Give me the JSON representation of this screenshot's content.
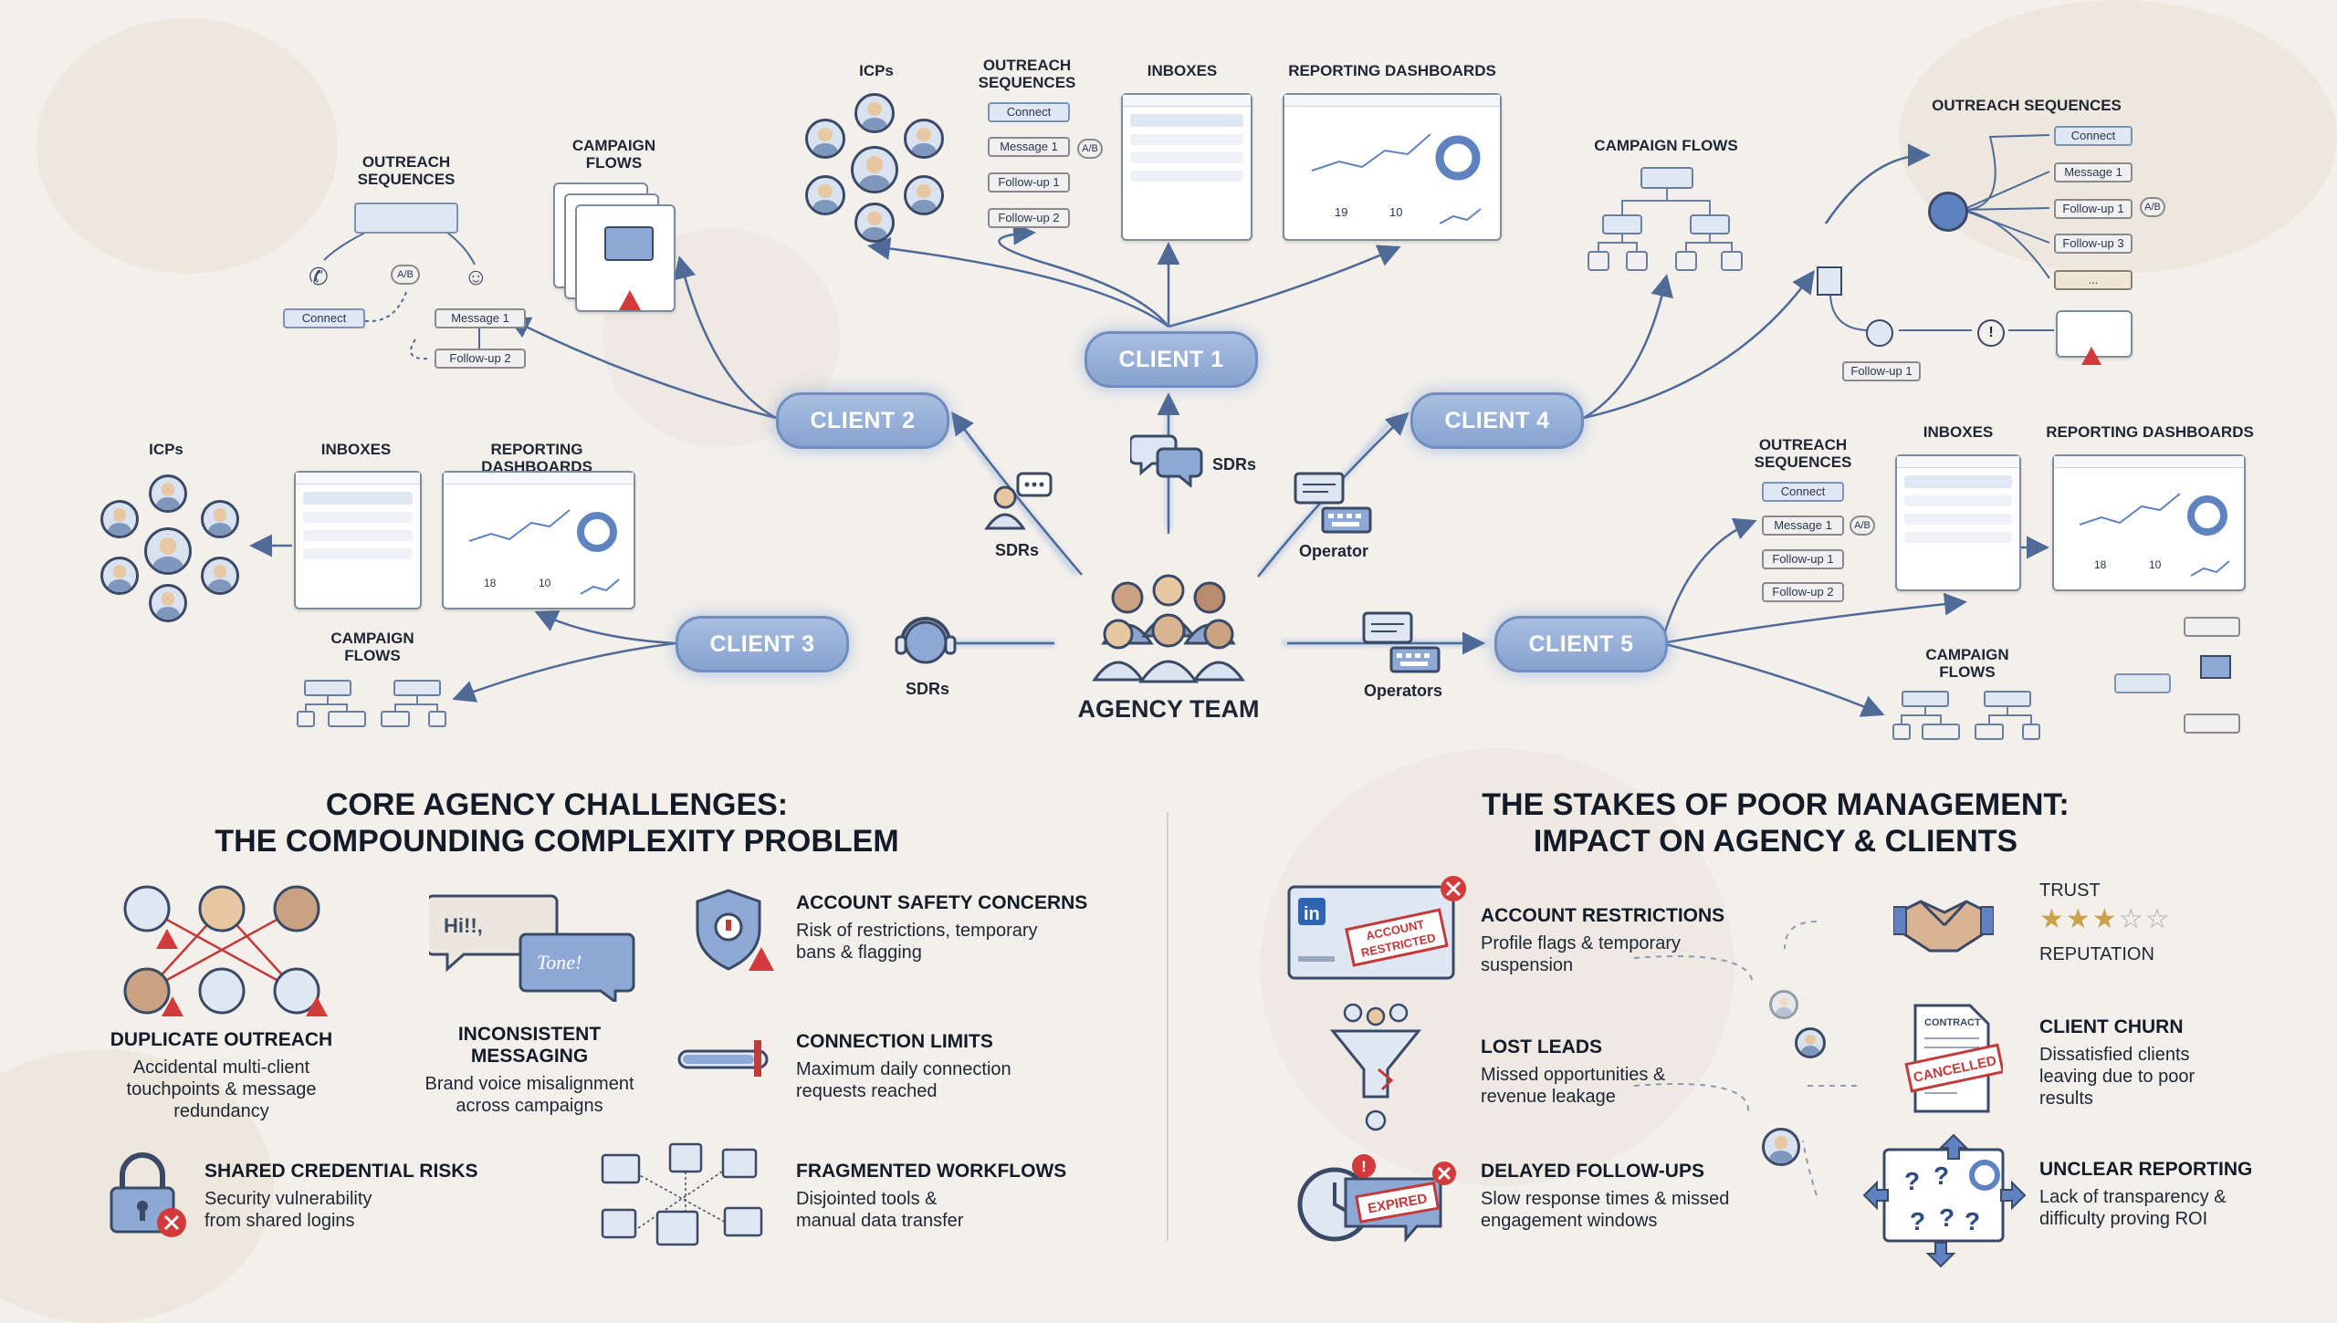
{
  "center": {
    "label": "AGENCY TEAM"
  },
  "clients": [
    "CLIENT 1",
    "CLIENT 2",
    "CLIENT 3",
    "CLIENT 4",
    "CLIENT 5"
  ],
  "roles": {
    "sdrs": "SDRs",
    "operator": "Operator",
    "operators": "Operators"
  },
  "client1": {
    "icps": "ICPs",
    "outreach": "OUTREACH SEQUENCES",
    "inboxes": "INBOXES",
    "dashboards": "REPORTING DASHBOARDS",
    "steps": [
      "Connect",
      "Message 1",
      "Follow-up 1",
      "Follow-up 2"
    ],
    "ab": "A/B",
    "dash_values": [
      "19",
      "10"
    ]
  },
  "client2": {
    "outreach": "OUTREACH SEQUENCES",
    "campaign": "CAMPAIGN FLOWS",
    "steps": [
      "Connect",
      "Message 1",
      "Follow-up 2"
    ],
    "ab": "A/B"
  },
  "client3": {
    "icps": "ICPs",
    "inboxes": "INBOXES",
    "dashboards": "REPORTING DASHBOARDS",
    "campaign": "CAMPAIGN FLOWS",
    "dash_values": [
      "18",
      "10"
    ]
  },
  "client4": {
    "campaign": "CAMPAIGN FLOWS",
    "outreach": "OUTREACH SEQUENCES",
    "steps": [
      "Connect",
      "Message 1",
      "Follow-up 1",
      "Follow-up 3",
      "...",
      "Follow-up 1"
    ],
    "ab": "A/B"
  },
  "client5": {
    "outreach": "OUTREACH SEQUENCES",
    "inboxes": "INBOXES",
    "dashboards": "REPORTING DASHBOARDS",
    "campaign": "CAMPAIGN FLOWS",
    "steps": [
      "Connect",
      "Message 1",
      "Follow-up 1",
      "Follow-up 2"
    ],
    "ab": "A/B",
    "dash_values": [
      "18",
      "10"
    ]
  },
  "challenges": {
    "title_line1": "CORE AGENCY CHALLENGES:",
    "title_line2": "THE COMPOUNDING COMPLEXITY PROBLEM",
    "items": [
      {
        "title": "DUPLICATE OUTREACH",
        "text": "Accidental multi-client touchpoints & message redundancy"
      },
      {
        "title": "INCONSISTENT MESSAGING",
        "text": "Brand voice misalignment across campaigns"
      },
      {
        "title": "ACCOUNT SAFETY CONCERNS",
        "text": "Risk of restrictions, temporary bans & flagging"
      },
      {
        "title": "CONNECTION LIMITS",
        "text": "Maximum daily connection requests reached"
      },
      {
        "title": "SHARED CREDENTIAL RISKS",
        "text": "Security vulnerability from shared logins"
      },
      {
        "title": "FRAGMENTED WORKFLOWS",
        "text": "Disjointed tools & manual data transfer"
      }
    ],
    "bubble_hi": "Hi!!,",
    "bubble_tone": "Tone!"
  },
  "stakes": {
    "title_line1": "THE STAKES OF POOR MANAGEMENT:",
    "title_line2": "IMPACT ON AGENCY & CLIENTS",
    "items": [
      {
        "title": "ACCOUNT RESTRICTIONS",
        "text": "Profile flags & temporary suspension"
      },
      {
        "title": "LOST LEADS",
        "text": "Missed opportunities & revenue leakage"
      },
      {
        "title": "DELAYED FOLLOW-UPS",
        "text": "Slow response times & missed engagement windows"
      },
      {
        "title": "CLIENT CHURN",
        "text": "Dissatisfied clients leaving due to poor results"
      },
      {
        "title": "UNCLEAR REPORTING",
        "text": "Lack of transparency & difficulty proving ROI"
      }
    ],
    "trust": "TRUST",
    "reputation": "REPUTATION",
    "trust_rating": 3,
    "trust_max": 5,
    "stamp_restricted": "ACCOUNT RESTRICTED",
    "stamp_expired": "EXPIRED",
    "stamp_cancelled": "CANCELLED",
    "contract": "CONTRACT"
  }
}
